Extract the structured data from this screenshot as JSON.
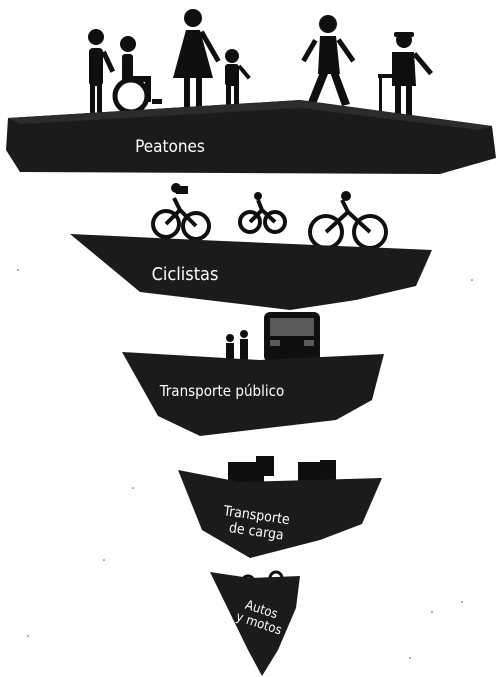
{
  "diagram": {
    "levels": [
      {
        "id": "peatones",
        "label_lines": [
          "Peatones"
        ]
      },
      {
        "id": "ciclistas",
        "label_lines": [
          "Ciclistas"
        ]
      },
      {
        "id": "transporte-publico",
        "label_lines": [
          "Transporte público"
        ]
      },
      {
        "id": "transporte-carga",
        "label_lines": [
          "Transporte",
          "de carga"
        ]
      },
      {
        "id": "autos",
        "label_lines": [
          "Autos",
          "y motos"
        ]
      }
    ],
    "colors": {
      "slab": "#1b1b1b",
      "slab_edge": "#2c2c2c",
      "icon": "#0f0f0f",
      "text": "#ffffff",
      "background": "#ffffff"
    }
  }
}
